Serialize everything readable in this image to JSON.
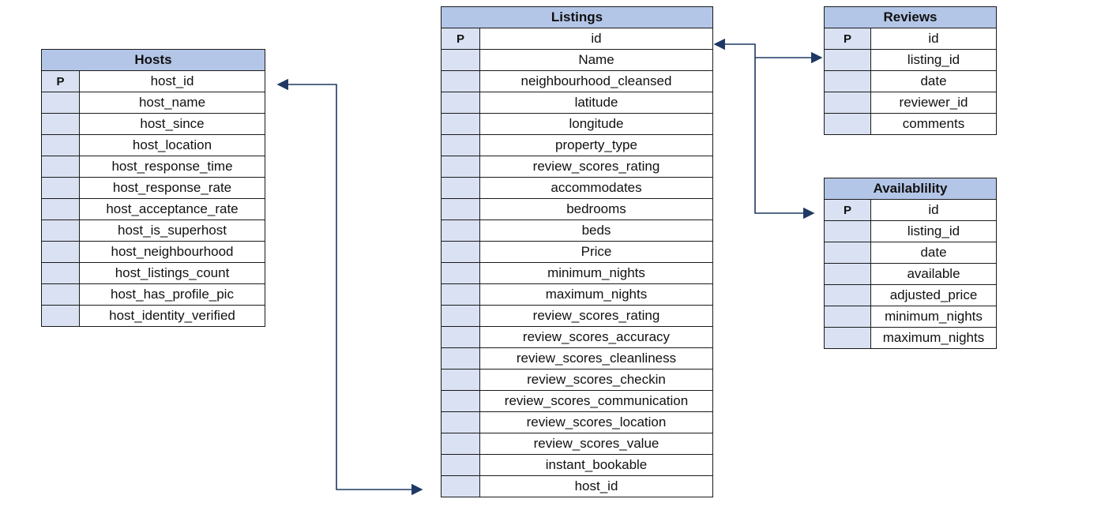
{
  "colors": {
    "header_fill": "#b4c6e7",
    "key_cell_fill": "#d9e1f2",
    "arrow": "#1f3864",
    "border": "#1a1a1a"
  },
  "tables": {
    "hosts": {
      "title": "Hosts",
      "rows": [
        {
          "key": "P",
          "field": "host_id"
        },
        {
          "key": "",
          "field": "host_name"
        },
        {
          "key": "",
          "field": "host_since"
        },
        {
          "key": "",
          "field": "host_location"
        },
        {
          "key": "",
          "field": "host_response_time"
        },
        {
          "key": "",
          "field": "host_response_rate"
        },
        {
          "key": "",
          "field": "host_acceptance_rate"
        },
        {
          "key": "",
          "field": "host_is_superhost"
        },
        {
          "key": "",
          "field": "host_neighbourhood"
        },
        {
          "key": "",
          "field": "host_listings_count"
        },
        {
          "key": "",
          "field": "host_has_profile_pic"
        },
        {
          "key": "",
          "field": "host_identity_verified"
        }
      ]
    },
    "listings": {
      "title": "Listings",
      "rows": [
        {
          "key": "P",
          "field": "id"
        },
        {
          "key": "",
          "field": "Name"
        },
        {
          "key": "",
          "field": "neighbourhood_cleansed"
        },
        {
          "key": "",
          "field": "latitude"
        },
        {
          "key": "",
          "field": "longitude"
        },
        {
          "key": "",
          "field": "property_type"
        },
        {
          "key": "",
          "field": "review_scores_rating"
        },
        {
          "key": "",
          "field": "accommodates"
        },
        {
          "key": "",
          "field": "bedrooms"
        },
        {
          "key": "",
          "field": "beds"
        },
        {
          "key": "",
          "field": "Price"
        },
        {
          "key": "",
          "field": "minimum_nights"
        },
        {
          "key": "",
          "field": "maximum_nights"
        },
        {
          "key": "",
          "field": "review_scores_rating"
        },
        {
          "key": "",
          "field": "review_scores_accuracy"
        },
        {
          "key": "",
          "field": "review_scores_cleanliness"
        },
        {
          "key": "",
          "field": "review_scores_checkin"
        },
        {
          "key": "",
          "field": "review_scores_communication"
        },
        {
          "key": "",
          "field": "review_scores_location"
        },
        {
          "key": "",
          "field": "review_scores_value"
        },
        {
          "key": "",
          "field": "instant_bookable"
        },
        {
          "key": "",
          "field": "host_id"
        }
      ]
    },
    "reviews": {
      "title": "Reviews",
      "rows": [
        {
          "key": "P",
          "field": "id"
        },
        {
          "key": "",
          "field": "listing_id"
        },
        {
          "key": "",
          "field": "date"
        },
        {
          "key": "",
          "field": "reviewer_id"
        },
        {
          "key": "",
          "field": "comments"
        }
      ]
    },
    "availability": {
      "title": "Availablility",
      "rows": [
        {
          "key": "P",
          "field": "id"
        },
        {
          "key": "",
          "field": "listing_id"
        },
        {
          "key": "",
          "field": "date"
        },
        {
          "key": "",
          "field": "available"
        },
        {
          "key": "",
          "field": "adjusted_price"
        },
        {
          "key": "",
          "field": "minimum_nights"
        },
        {
          "key": "",
          "field": "maximum_nights"
        }
      ]
    }
  },
  "relationships": [
    {
      "from": "hosts.host_id",
      "to": "listings.host_id"
    },
    {
      "from": "listings.id",
      "to": "reviews.listing_id"
    },
    {
      "from": "listings.id",
      "to": "availability.listing_id"
    }
  ]
}
